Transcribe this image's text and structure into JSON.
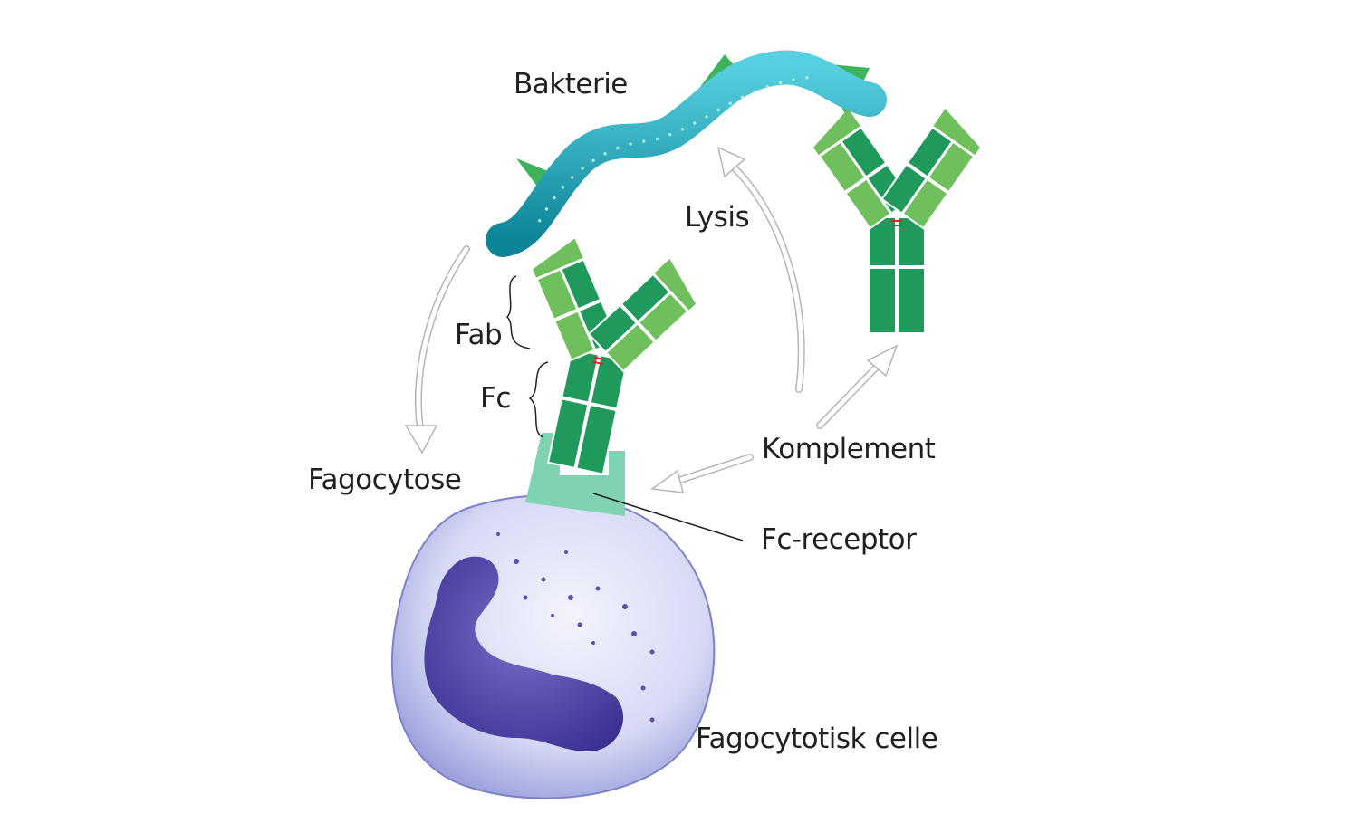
{
  "labels": {
    "bacterium": "Bakterie",
    "lysis": "Lysis",
    "fab": "Fab",
    "fc": "Fc",
    "complement": "Komplement",
    "phagocytosis": "Fagocytose",
    "fc_receptor": "Fc-receptor",
    "phagocytic_cell": "Fagocytotisk celle"
  },
  "colors": {
    "heavy_chain": "#1f9a5c",
    "light_chain": "#6fbf5c",
    "bacterium": "#1aa2b8",
    "receptor": "#7fd3b0",
    "cell": "#c9cdf0",
    "nucleus": "#4a3fa0",
    "disulfide": "#e02020"
  }
}
